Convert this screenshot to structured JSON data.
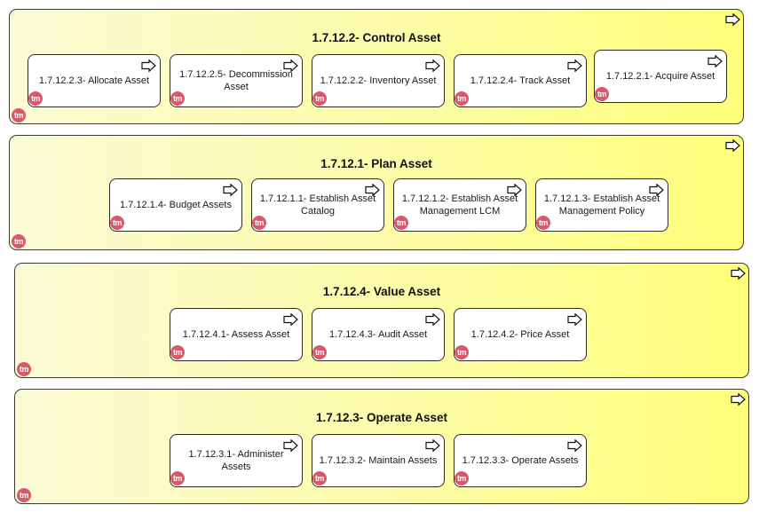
{
  "icons": {
    "process_arrow": "process-arrow-icon",
    "tmf_badge": "tmf-badge-icon",
    "tm_text": "tm"
  },
  "colors": {
    "group_fill": "#ffff7a",
    "badge": "#d9596b"
  },
  "groups": [
    {
      "title": "1.7.12.2- Control Asset",
      "items": [
        {
          "label": "1.7.12.2.3- Allocate Asset"
        },
        {
          "label": "1.7.12.2.5- Decommission Asset"
        },
        {
          "label": "1.7.12.2.2- Inventory Asset"
        },
        {
          "label": "1.7.12.2.4- Track Asset"
        },
        {
          "label": "1.7.12.2.1- Acquire Asset"
        }
      ]
    },
    {
      "title": "1.7.12.1- Plan Asset",
      "items": [
        {
          "label": "1.7.12.1.4- Budget Assets"
        },
        {
          "label": "1.7.12.1.1- Establish Asset Catalog"
        },
        {
          "label": "1.7.12.1.2- Establish Asset Management LCM"
        },
        {
          "label": "1.7.12.1.3- Establish Asset Management Policy"
        }
      ]
    },
    {
      "title": "1.7.12.4- Value Asset",
      "items": [
        {
          "label": "1.7.12.4.1- Assess Asset"
        },
        {
          "label": "1.7.12.4.3- Audit Asset"
        },
        {
          "label": "1.7.12.4.2- Price Asset"
        }
      ]
    },
    {
      "title": "1.7.12.3- Operate Asset",
      "items": [
        {
          "label": "1.7.12.3.1- Administer Assets"
        },
        {
          "label": "1.7.12.3.2- Maintain Assets"
        },
        {
          "label": "1.7.12.3.3- Operate Assets"
        }
      ]
    }
  ]
}
